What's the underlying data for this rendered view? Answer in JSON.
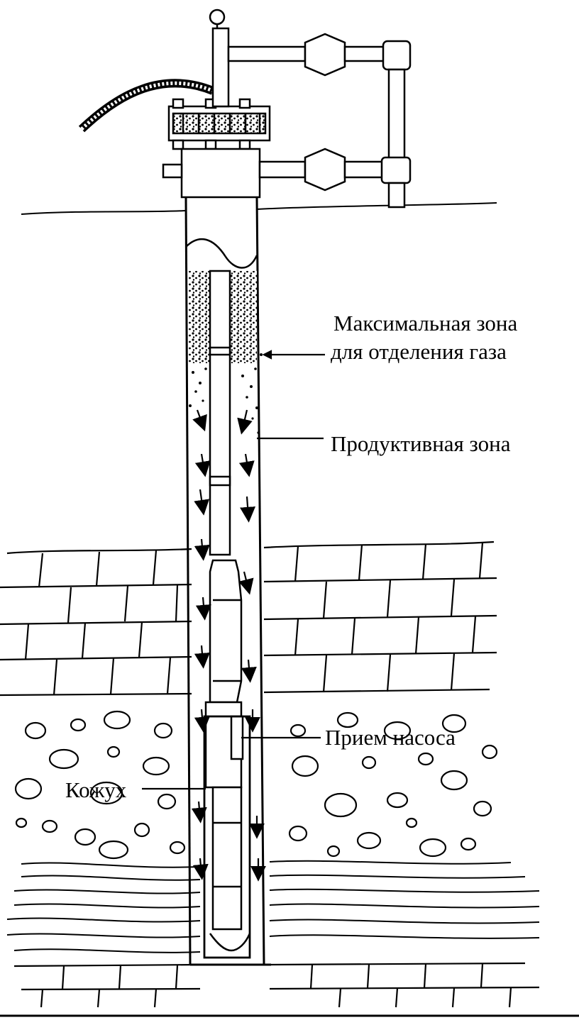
{
  "labels": {
    "gas_zone_line1": "Максимальная зона",
    "gas_zone_line2": "для отделения газа",
    "productive_zone": "Продуктивная зона",
    "pump_intake": "Прием насоса",
    "shroud": "Кожух"
  },
  "colors": {
    "ink": "#000000",
    "paper": "#ffffff"
  }
}
